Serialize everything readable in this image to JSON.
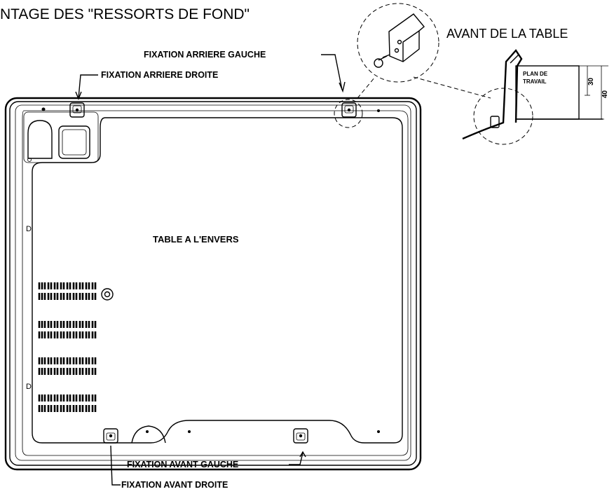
{
  "title": "NTAGE DES \"RESSORTS DE FOND\"",
  "detail": {
    "heading": "AVANT DE LA TABLE",
    "panel_line1": "PLAN DE",
    "panel_line2": "TRAVAIL",
    "dim_30": "30",
    "dim_40": "40"
  },
  "labels": {
    "rear_left": "FIXATION ARRIERE GAUCHE",
    "rear_right": "FIXATION ARRIERE DROITE",
    "center": "TABLE A L'ENVERS",
    "front_left": "FIXATION AVANT GAUCHE",
    "front_right": "FIXATION AVANT DROITE"
  }
}
